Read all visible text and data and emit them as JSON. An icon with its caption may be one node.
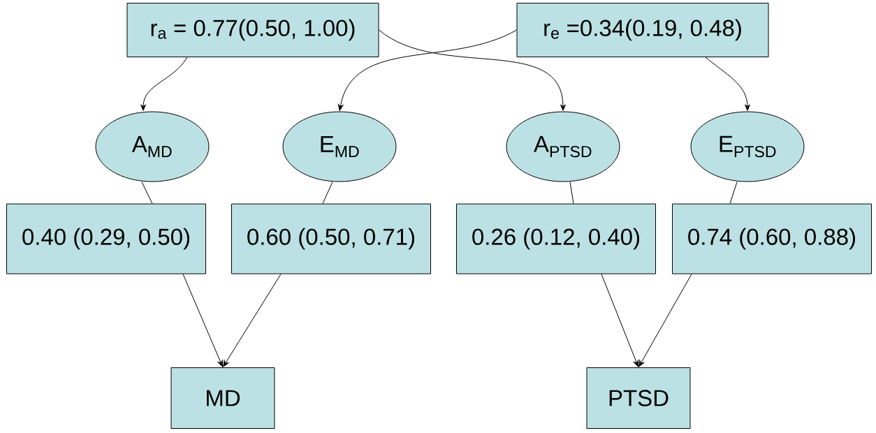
{
  "diagram": {
    "nodes": [
      {
        "text": [
          "r$_{a}$ = 0.77(0.50, 1.00)"
        ]
      },
      {
        "text": [
          "r$_{e}$ =0.34(0.19, 0.48)"
        ]
      },
      {
        "text": [
          "A$_{MD}$"
        ]
      },
      {
        "text": [
          "E$_{MD}$"
        ]
      },
      {
        "text": [
          "A$_{PTSD}$"
        ]
      },
      {
        "text": [
          "E$_{PTSD}$"
        ]
      },
      {
        "text": [
          "0.40 (0.29, 0.50)"
        ]
      },
      {
        "text": [
          "0.60 (0.50, 0.71)"
        ]
      },
      {
        "text": [
          "0.26 (0.12, 0.40)"
        ]
      },
      {
        "text": [
          "0.74 (0.60, 0.88)"
        ]
      },
      {
        "text": [
          "MD"
        ]
      },
      {
        "text": [
          "PTSD"
        ]
      }
    ],
    "edges": [
      {
        "from": 0,
        "to": 2,
        "arrow": "to"
      },
      {
        "from": 0,
        "to": 4,
        "arrow": "to"
      },
      {
        "from": 1,
        "to": 3,
        "arrow": "to"
      },
      {
        "from": 1,
        "to": 5,
        "arrow": "to"
      },
      {
        "from": 2,
        "to": 6,
        "arrow": "none"
      },
      {
        "from": 3,
        "to": 7,
        "arrow": "none"
      },
      {
        "from": 4,
        "to": 8,
        "arrow": "none"
      },
      {
        "from": 5,
        "to": 9,
        "arrow": "none"
      },
      {
        "from": 6,
        "to": 10,
        "arrow": "to"
      },
      {
        "from": 7,
        "to": 10,
        "arrow": "to"
      },
      {
        "from": 8,
        "to": 11,
        "arrow": "to"
      },
      {
        "from": 9,
        "to": 11,
        "arrow": "to"
      }
    ]
  }
}
